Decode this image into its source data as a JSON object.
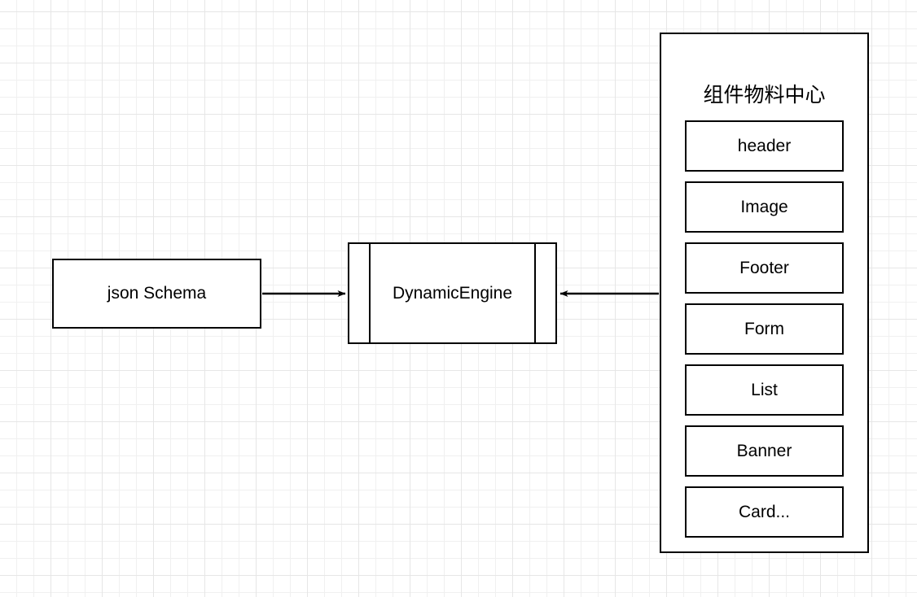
{
  "diagram": {
    "type": "flow-diagram",
    "background": "grid-canvas",
    "nodes": {
      "json_schema": {
        "label": "json Schema",
        "shape": "rectangle"
      },
      "dynamic_engine": {
        "label": "DynamicEngine",
        "shape": "process"
      },
      "material_center": {
        "title": "组件物料中心",
        "shape": "container",
        "items": [
          {
            "label": "header"
          },
          {
            "label": "Image"
          },
          {
            "label": "Footer"
          },
          {
            "label": "Form"
          },
          {
            "label": "List"
          },
          {
            "label": "Banner"
          },
          {
            "label": "Card..."
          }
        ]
      }
    },
    "edges": [
      {
        "name": "json-schema-to-dynamic-engine",
        "from": "json_schema",
        "to": "dynamic_engine",
        "arrow": "end"
      },
      {
        "name": "material-center-to-dynamic-engine",
        "from": "material_center",
        "to": "dynamic_engine",
        "arrow": "end"
      }
    ],
    "colors": {
      "stroke": "#000000",
      "fill": "#ffffff",
      "grid_minor": "#f0f0f0",
      "grid_major": "#dcdcdc"
    }
  }
}
